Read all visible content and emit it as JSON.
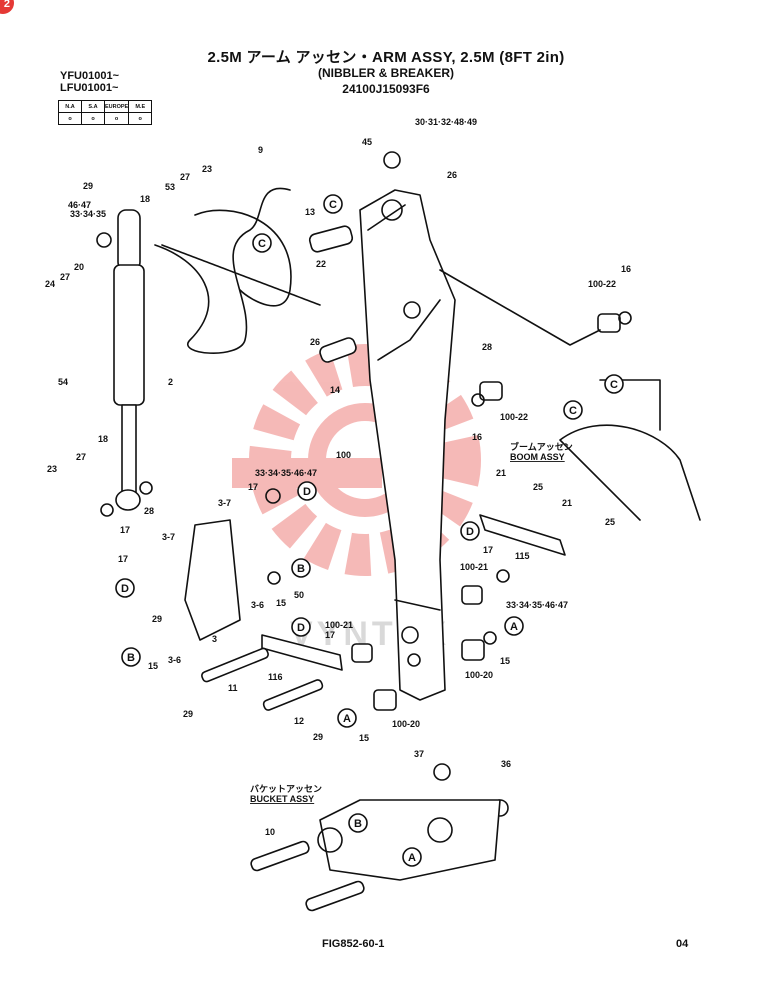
{
  "badge": "2",
  "header": {
    "title": "2.5M アーム  アッセン・ARM ASSY, 2.5M (8FT 2in)",
    "subtitle": "(NIBBLER & BREAKER)",
    "part_number": "24100J15093F6"
  },
  "serials": [
    "YFU01001~",
    "LFU01001~"
  ],
  "spec_table": {
    "headers": [
      "N.A",
      "S.A",
      "EUROPE",
      "M.E"
    ],
    "values": [
      "o",
      "o",
      "o",
      "o"
    ]
  },
  "watermark": "VYNTEX",
  "sub_labels": {
    "boom_jp": "ブームアッセン",
    "boom_en": "BOOM ASSY",
    "bucket_jp": "バケットアッセン",
    "bucket_en": "BUCKET ASSY"
  },
  "callouts": [
    "29",
    "53",
    "23",
    "27",
    "18",
    "46·47",
    "33·34·35",
    "9",
    "24",
    "27",
    "20",
    "54",
    "2",
    "23",
    "27",
    "18",
    "45",
    "30·31·32·48·49",
    "26",
    "13",
    "22",
    "26",
    "14",
    "28",
    "100",
    "100-22",
    "16",
    "100-22",
    "16",
    "21",
    "25",
    "21",
    "25",
    "115",
    "17",
    "100-21",
    "33·34·35·46·47",
    "33·34·35·46·47",
    "17",
    "17",
    "28",
    "3-7",
    "3-7",
    "17",
    "15",
    "50",
    "3-6",
    "3",
    "3-6",
    "29",
    "15",
    "11",
    "29",
    "116",
    "17",
    "100-21",
    "15",
    "100-20",
    "12",
    "29",
    "100-20",
    "15",
    "37",
    "36",
    "10"
  ],
  "ref_letters": [
    "A",
    "B",
    "C",
    "D"
  ],
  "footer": {
    "figure": "FIG852-60-1",
    "page": "04"
  }
}
